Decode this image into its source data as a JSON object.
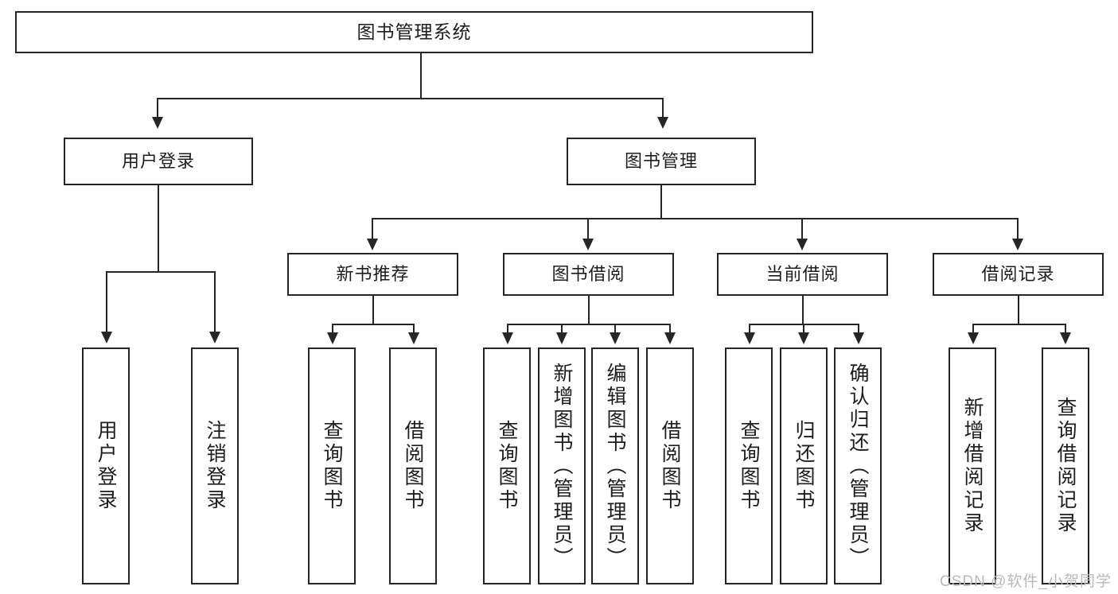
{
  "diagram": {
    "type": "tree",
    "title": "图书管理系统",
    "watermark": "CSDN @软件_小贺同学",
    "colors": {
      "stroke": "#26262a",
      "fill": "#ffffff",
      "text": "#1d1d20",
      "watermark": "#b9b9bd"
    },
    "root": {
      "label": "图书管理系统"
    },
    "level1": [
      {
        "label": "用户登录"
      },
      {
        "label": "图书管理"
      }
    ],
    "level2": [
      {
        "label": "新书推荐"
      },
      {
        "label": "图书借阅"
      },
      {
        "label": "当前借阅"
      },
      {
        "label": "借阅记录"
      }
    ],
    "leaves": {
      "user_login": [
        {
          "label": "用户登录"
        },
        {
          "label": "注销登录"
        }
      ],
      "new_book": [
        {
          "label": "查询图书"
        },
        {
          "label": "借阅图书"
        }
      ],
      "book_borrow": [
        {
          "label": "查询图书"
        },
        {
          "label": "新增图书（管理员）"
        },
        {
          "label": "编辑图书（管理员）"
        },
        {
          "label": "借阅图书"
        }
      ],
      "current_borrow": [
        {
          "label": "查询图书"
        },
        {
          "label": "归还图书"
        },
        {
          "label": "确认归还（管理员）"
        }
      ],
      "borrow_record": [
        {
          "label": "新增借阅记录"
        },
        {
          "label": "查询借阅记录"
        }
      ]
    }
  }
}
